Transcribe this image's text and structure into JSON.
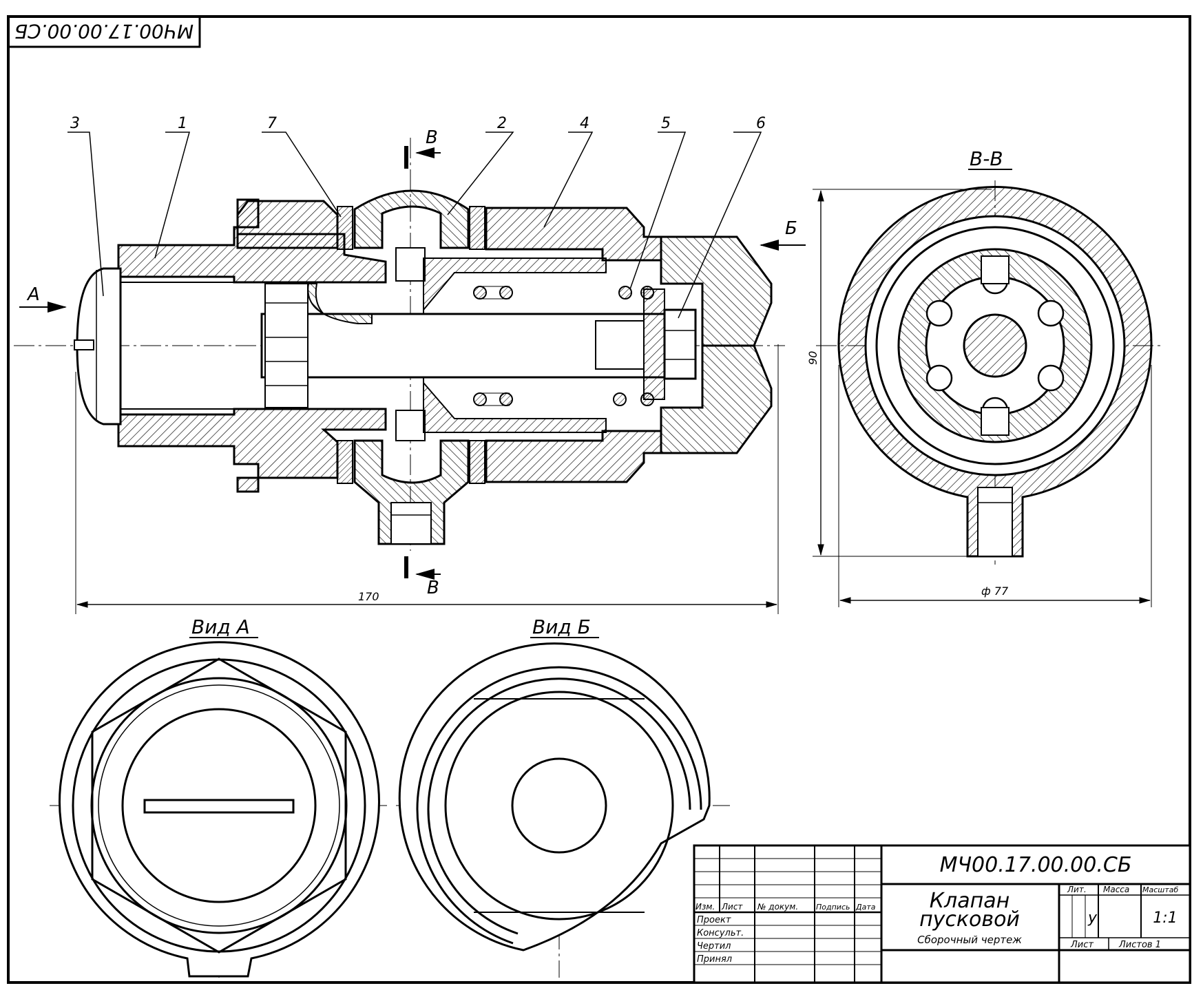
{
  "stamp": {
    "code_rotated": "МЧ00.17.00.00.СБ"
  },
  "section_marks": {
    "B_top": "В",
    "B_bottom": "В",
    "A": "А",
    "Bv": "Б"
  },
  "leader_labels": [
    "3",
    "1",
    "7",
    "2",
    "4",
    "5",
    "6"
  ],
  "views": {
    "section_title": "В-В",
    "view_a_title": "Вид А",
    "view_b_title": "Вид Б"
  },
  "dimensions": {
    "length": "170",
    "height": "90",
    "diameter": "ф 77"
  },
  "title_block": {
    "code": "МЧ00.17.00.00.СБ",
    "name_line1": "Клапан",
    "name_line2": "пусковой",
    "doc_type": "Сборочный чертеж",
    "col_izm": "Изм.",
    "col_list": "Лист",
    "col_doc": "№ докум.",
    "col_sign": "Подпись",
    "col_date": "Дата",
    "row_proekt": "Проект",
    "row_konsult": "Консульт.",
    "row_chertil": "Чертил",
    "row_prinyal": "Принял",
    "lit": "Лит.",
    "mass": "Масса",
    "scale_label": "Масштаб",
    "lit_value": "у",
    "scale_value": "1:1",
    "sheet": "Лист",
    "sheets": "Листов 1"
  }
}
